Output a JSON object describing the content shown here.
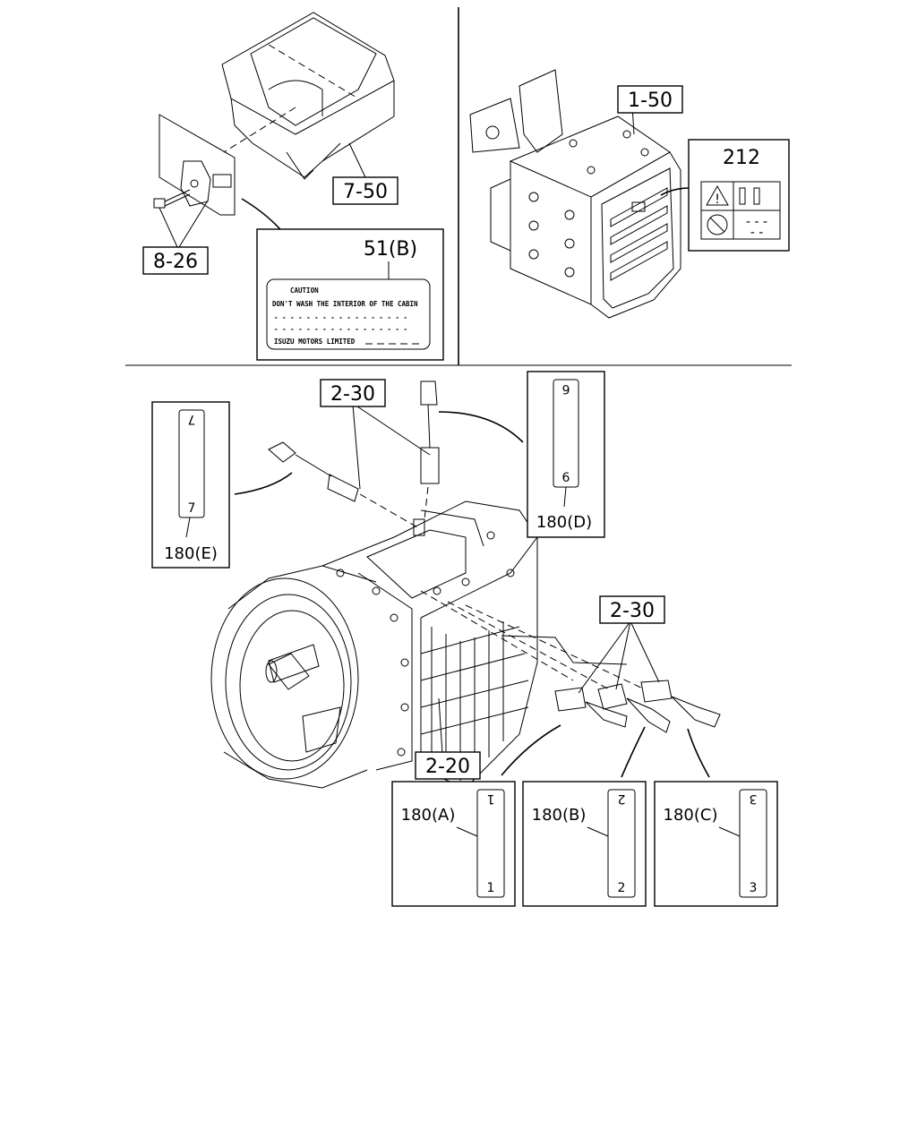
{
  "callouts": {
    "c7_50": "7-50",
    "c8_26": "8-26",
    "c1_50": "1-50",
    "c212": "212",
    "c51b": "51(B)",
    "c2_30_top": "2-30",
    "c2_30_right": "2-30",
    "c2_20": "2-20",
    "c180a": "180(A)",
    "c180b": "180(B)",
    "c180c": "180(C)",
    "c180d": "180(D)",
    "c180e": "180(E)"
  },
  "caution_label": {
    "title": "CAUTION",
    "line1": "DON'T WASH THE INTERIOR OF THE CABIN",
    "line2": "- - - - - - - - - - - - - - - - -",
    "line3": "- - - - - - - - - - - - - - - - -",
    "footer": "ISUZU MOTORS LIMITED"
  },
  "tags": {
    "a_top": "1",
    "a_bottom": "1",
    "b_top": "2",
    "b_bottom": "2",
    "c_top": "3",
    "c_bottom": "3",
    "d_top": "6",
    "d_bottom": "6",
    "e_top": "7",
    "e_bottom": "7"
  },
  "warning_label": {
    "dash1": "- - -",
    "dash2": "- -"
  }
}
